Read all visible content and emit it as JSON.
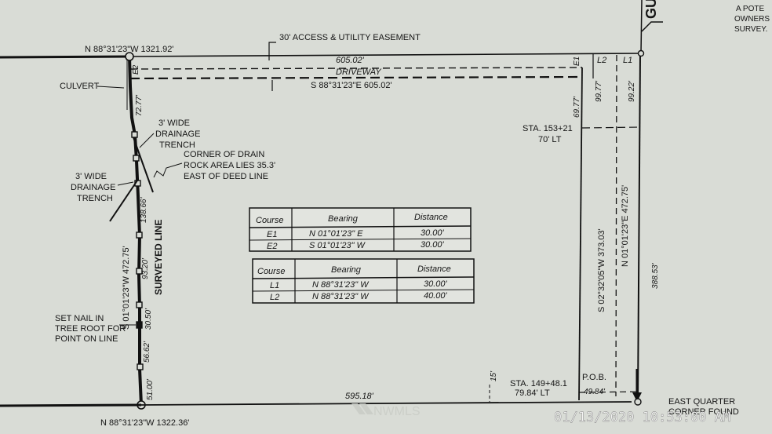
{
  "corner_text": {
    "gu": "GU",
    "line1": "A POTE",
    "line2": "OWNERS",
    "line3": "SURVEY."
  },
  "labels": {
    "north_bearing": "N 88°31'23\"W  1321.92'",
    "easement": "30' ACCESS & UTILITY EASEMENT",
    "top_distance": "605.02'",
    "driveway": "DRIVEWAY",
    "lower_top_bearing": "S 88°31'23\"E  605.02'",
    "e1": "E1",
    "l2": "L2",
    "l1": "L1",
    "e2": "E2",
    "culvert": "CULVERT",
    "d_72_77": "72.77'",
    "trench_right": [
      "3' WIDE",
      "DRAINAGE",
      "TRENCH"
    ],
    "corner_drain": [
      "CORNER OF DRAIN",
      "ROCK AREA LIES 35.3'",
      "EAST OF DEED LINE"
    ],
    "trench_left": [
      "3' WIDE",
      "DRAINAGE",
      "TRENCH"
    ],
    "d_138_66": "138.66'",
    "west_bearing": "S 01°01'23\"W  472.75'",
    "surveyed_line": "SURVEYED LINE",
    "d_93_20": "93.20'",
    "set_nail": [
      "SET NAIL IN",
      "TREE ROOT FOR",
      "POINT ON LINE"
    ],
    "d_30_50": "30.50'",
    "d_56_62": "56.62'",
    "d_51_00": "51.00'",
    "bottom_distance": "595.18'",
    "south_bearing": "N 88°31'23\"W  1322.36'",
    "d_69_77": "69.77'",
    "d_99_77": "99.77'",
    "d_99_22": "99.22'",
    "sta_upper_1": "STA. 153+21",
    "sta_upper_2": "70' LT",
    "east_inner_bearing": "S 02°32'05\"W  373.03'",
    "east_outer_bearing": "N 01°01'23\"E  472.75'",
    "d_388_53": "388.53'",
    "d_15": "15'",
    "sta_lower_1": "STA. 149+48.1",
    "sta_lower_2": "79.84' LT",
    "pob": "P.O.B.",
    "d_49_84": "49.84'",
    "east_quarter": "EAST QUARTER",
    "corner_found": "CORNER FOUND",
    "watermark": "NWMLS",
    "timestamp": "01/13/2020 10:53:00 AM"
  },
  "table_e": {
    "headers": [
      "Course",
      "Bearing",
      "Distance"
    ],
    "rows": [
      [
        "E1",
        "N 01°01'23\" E",
        "30.00'"
      ],
      [
        "E2",
        "S 01°01'23\" W",
        "30.00'"
      ]
    ]
  },
  "table_l": {
    "headers": [
      "Course",
      "Bearing",
      "Distance"
    ],
    "rows": [
      [
        "L1",
        "N 88°31'23\" W",
        "30.00'"
      ],
      [
        "L2",
        "N 88°31'23\" W",
        "40.00'"
      ]
    ]
  },
  "colors": {
    "paper": "#d9dcd6",
    "ink": "#151515",
    "timestamp": "#f4f4f4",
    "watermark": "#c9ccc6"
  }
}
